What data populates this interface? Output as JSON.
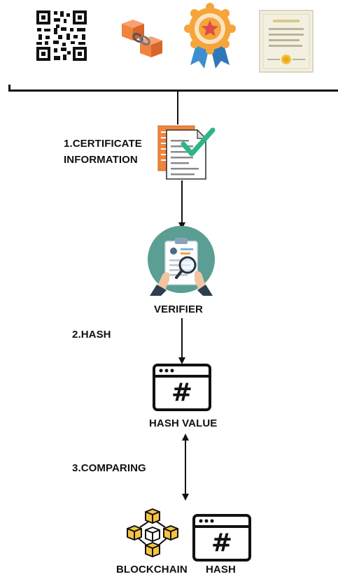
{
  "labels": {
    "step1_line1": "1.CERTIFICATE",
    "step1_line2": "INFORMATION",
    "verifier": "VERIFIER",
    "step2": "2.HASH",
    "hash_value": "HASH VALUE",
    "step3": "3.COMPARING",
    "blockchain": "BLOCKCHAIN",
    "hash": "HASH",
    "hash_symbol": "#"
  },
  "top_icons": [
    "qr-code-icon",
    "chain-link-icon",
    "award-badge-icon",
    "certificate-document-icon"
  ],
  "colors": {
    "line": "#111111",
    "teal": "#5a9e94",
    "orange": "#f0843c",
    "award_orange": "#f5a53a",
    "award_red": "#e04a4a",
    "ribbon_blue": "#3d8fd1",
    "check_green": "#2db58a",
    "cube_yellow": "#f5c342"
  }
}
